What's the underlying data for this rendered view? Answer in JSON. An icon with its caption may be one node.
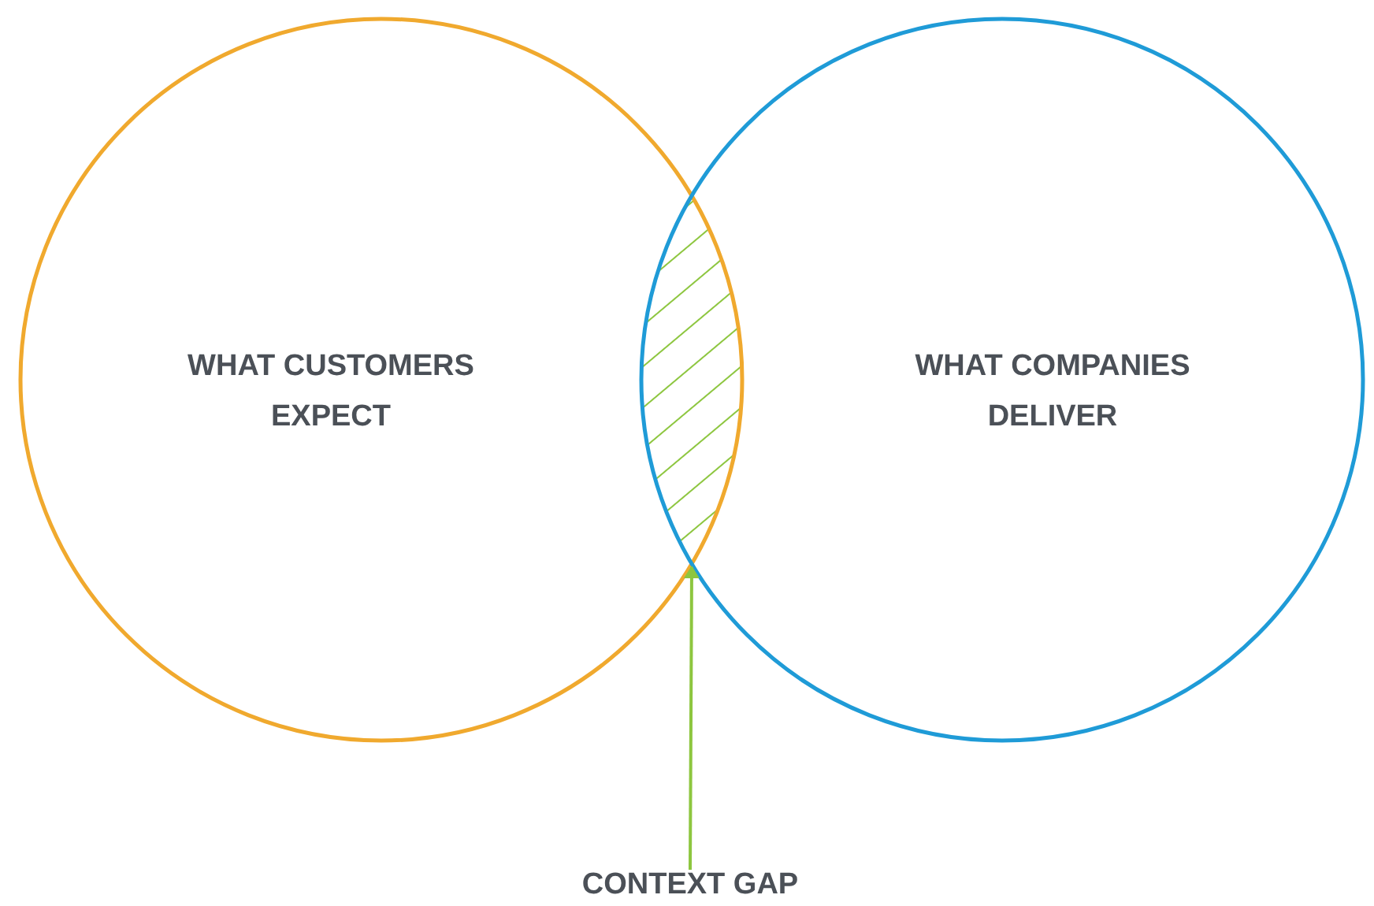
{
  "diagram": {
    "nodes": [
      {
        "text": [
          "WHAT CUSTOMERS EXPECT"
        ]
      },
      {
        "text": [
          "WHAT COMPANIES DELIVER"
        ]
      },
      {
        "text": [],
        "shape": "lens"
      },
      {
        "text": [
          "CONTEXT GAP"
        ]
      }
    ],
    "edges": [
      {
        "from": 3,
        "to": 2,
        "arrow": "to",
        "color": "#8dc63f"
      }
    ]
  }
}
